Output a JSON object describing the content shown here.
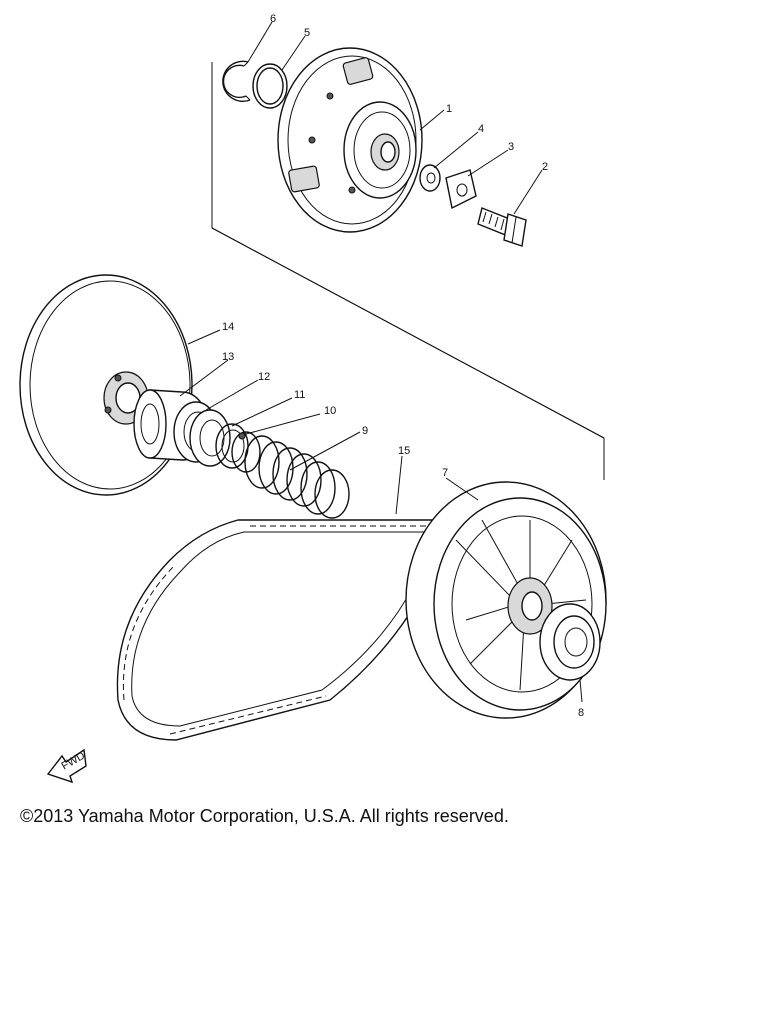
{
  "copyright": "©2013 Yamaha Motor Corporation, U.S.A. All rights reserved.",
  "fwd_label": "FWD",
  "callouts": [
    "1",
    "2",
    "3",
    "4",
    "5",
    "6",
    "7",
    "8",
    "9",
    "10",
    "11",
    "12",
    "13",
    "14",
    "15"
  ]
}
